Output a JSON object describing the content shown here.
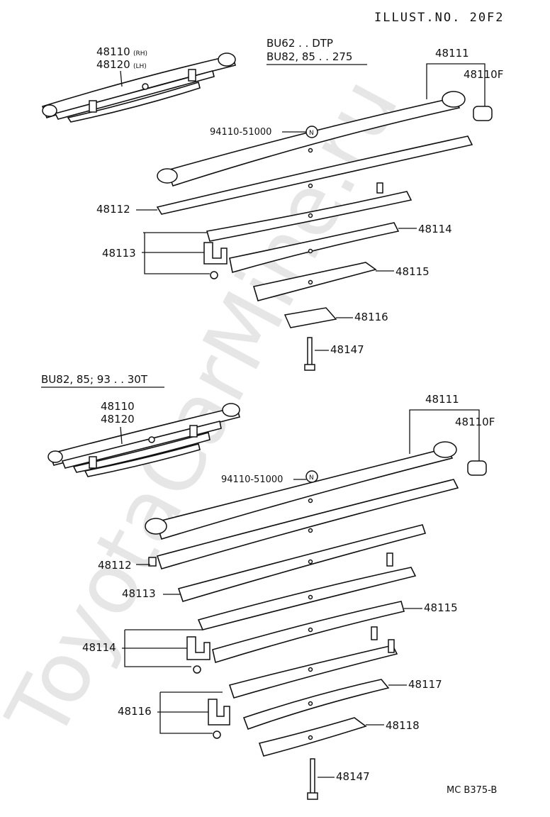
{
  "header": {
    "illust_no": "ILLUST.NO. 20F2"
  },
  "watermark": "ToyotaCarMine.ru",
  "footer": {
    "code": "MC B375-B"
  },
  "section1": {
    "title_line1": "BU62 . . DTP",
    "title_line2": "BU82, 85 . . 275",
    "assembly_main": "48110",
    "assembly_main_suffix": "(RH)",
    "assembly_alt": "48120",
    "assembly_alt_suffix": "(LH)",
    "labels": {
      "leaf_main": "48111",
      "bushing": "48110F",
      "nut_ref": "94110-51000",
      "nut_mark": "N",
      "leaf2": "48112",
      "clip": "48113",
      "leaf3": "48114",
      "leaf4": "48115",
      "pad": "48116",
      "bolt": "48147"
    }
  },
  "section2": {
    "title": "BU82, 85; 93 . . 30T",
    "assembly_main": "48110",
    "assembly_alt": "48120",
    "labels": {
      "leaf_main": "48111",
      "bushing": "48110F",
      "nut_ref": "94110-51000",
      "nut_mark": "N",
      "leaf2": "48112",
      "leaf3": "48113",
      "leaf4": "48115",
      "clip1": "48114",
      "leaf5": "48117",
      "clip2": "48116",
      "leaf6": "48118",
      "bolt": "48147"
    }
  }
}
